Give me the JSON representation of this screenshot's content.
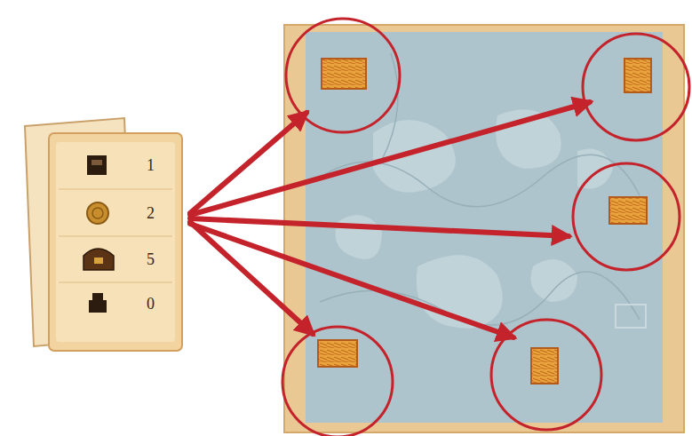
{
  "diagram": {
    "nodes": [
      {
        "text": [
          "1",
          "2",
          "5",
          "0"
        ]
      }
    ]
  }
}
